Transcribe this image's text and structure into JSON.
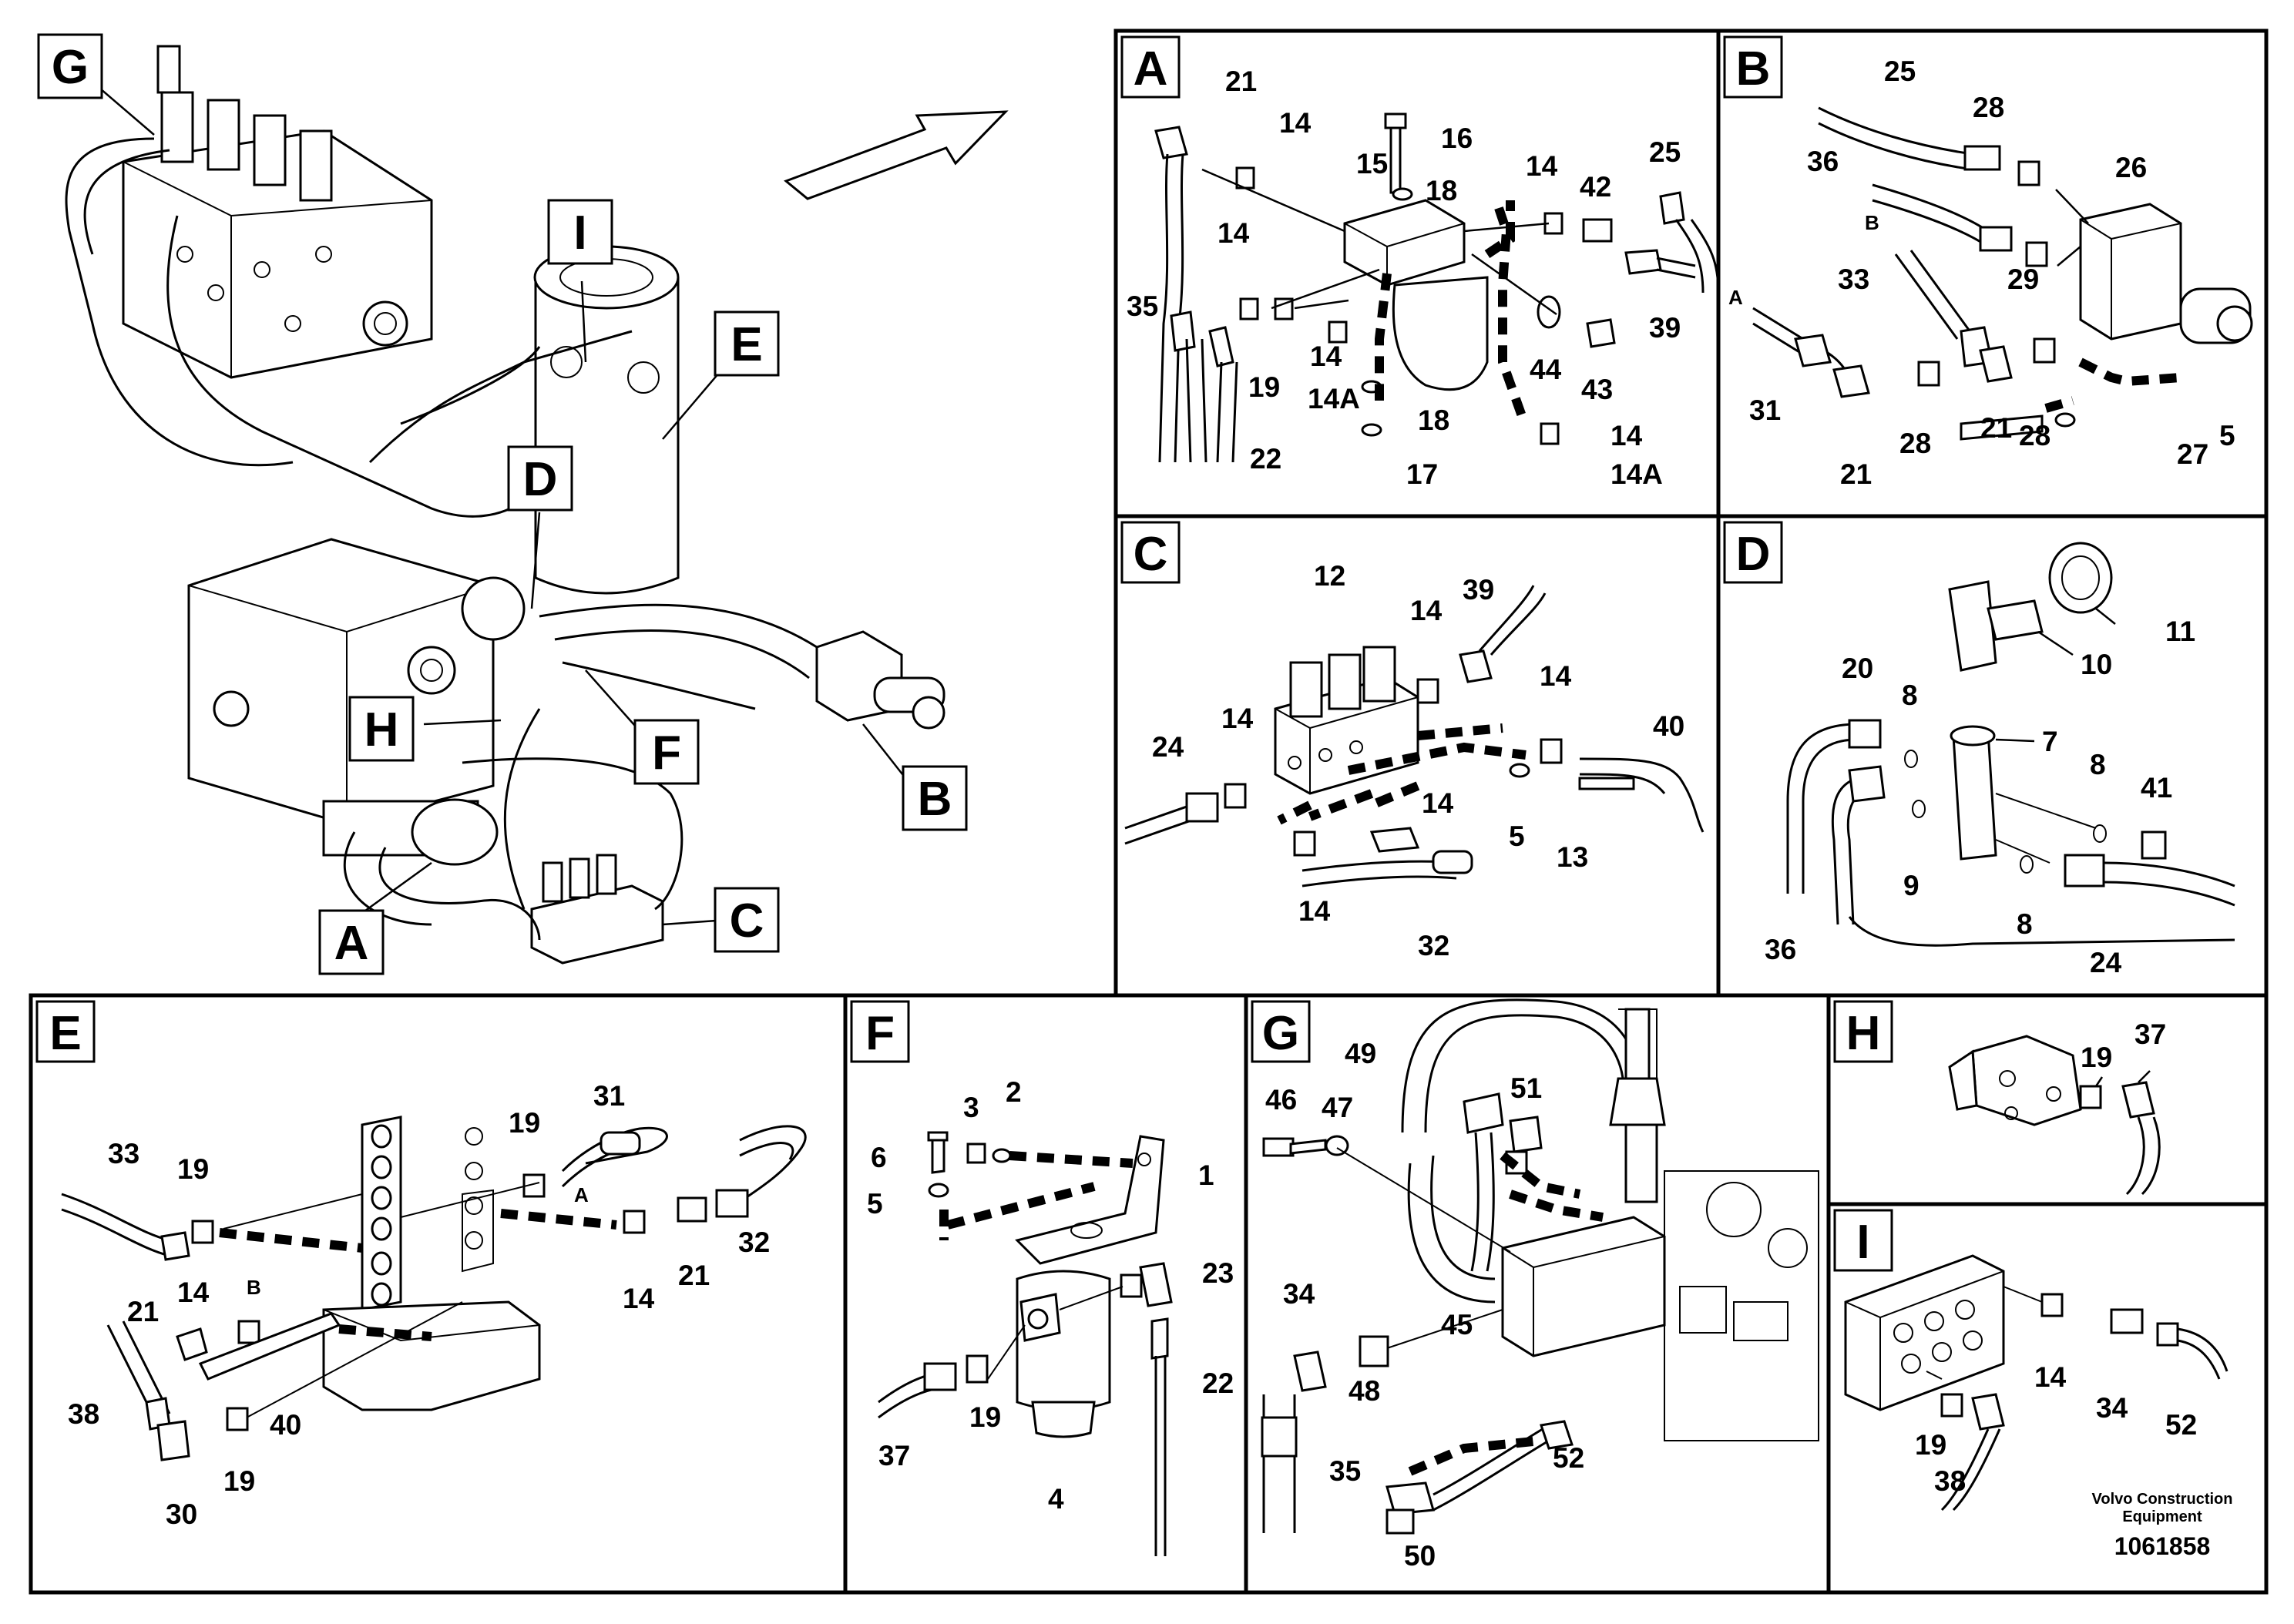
{
  "overview": {
    "callouts": [
      "G",
      "I",
      "E",
      "D",
      "H",
      "F",
      "B",
      "A",
      "C"
    ]
  },
  "panels": {
    "A": {
      "title": "A",
      "labels": [
        "21",
        "14",
        "16",
        "15",
        "18",
        "14",
        "42",
        "25",
        "14",
        "35",
        "19",
        "14",
        "14A",
        "18",
        "17",
        "22",
        "44",
        "43",
        "39",
        "14",
        "14A"
      ]
    },
    "B": {
      "title": "B",
      "labels": [
        "25",
        "28",
        "36",
        "26",
        "B",
        "33",
        "29",
        "A",
        "31",
        "21",
        "28",
        "21",
        "28",
        "27",
        "5"
      ]
    },
    "C": {
      "title": "C",
      "labels": [
        "12",
        "14",
        "39",
        "14",
        "40",
        "24",
        "14",
        "14",
        "5",
        "13",
        "14",
        "32"
      ]
    },
    "D": {
      "title": "D",
      "labels": [
        "11",
        "10",
        "20",
        "8",
        "7",
        "8",
        "41",
        "9",
        "8",
        "36",
        "24"
      ]
    },
    "E": {
      "title": "E",
      "labels": [
        "31",
        "33",
        "19",
        "19",
        "A",
        "32",
        "14",
        "21",
        "B",
        "21",
        "14",
        "38",
        "40",
        "30",
        "19"
      ]
    },
    "F": {
      "title": "F",
      "labels": [
        "3",
        "2",
        "6",
        "5",
        "1",
        "23",
        "22",
        "37",
        "19",
        "4"
      ]
    },
    "G": {
      "title": "G",
      "labels": [
        "49",
        "46",
        "47",
        "51",
        "34",
        "45",
        "48",
        "35",
        "52",
        "50"
      ]
    },
    "H": {
      "title": "H",
      "labels": [
        "19",
        "37"
      ]
    },
    "I": {
      "title": "I",
      "labels": [
        "14",
        "34",
        "52",
        "19",
        "38"
      ]
    }
  },
  "footer": {
    "brand_line1": "Volvo Construction",
    "brand_line2": "Equipment",
    "drawing_number": "1061858"
  }
}
